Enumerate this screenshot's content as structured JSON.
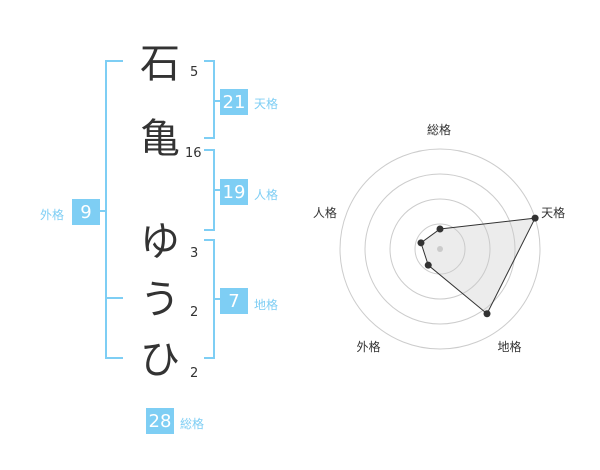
{
  "name": {
    "chars": [
      "石",
      "亀",
      "ゆ",
      "う",
      "ひ"
    ],
    "strokes": [
      "5",
      "16",
      "3",
      "2",
      "2"
    ]
  },
  "kakusu": {
    "tenkaku": {
      "value": "21",
      "label": "天格"
    },
    "jinkaku": {
      "value": "19",
      "label": "人格"
    },
    "chikaku": {
      "value": "7",
      "label": "地格"
    },
    "gaikaku": {
      "value": "9",
      "label": "外格"
    },
    "soukaku": {
      "value": "28",
      "label": "総格"
    }
  },
  "colors": {
    "accent": "#7ecef4",
    "text": "#333333",
    "grid": "#cccccc"
  },
  "chart_data": {
    "type": "radar",
    "axes": [
      "総格",
      "天格",
      "地格",
      "外格",
      "人格"
    ],
    "values": [
      1,
      5,
      4,
      1,
      1
    ],
    "rmax": 5,
    "rings": 4
  }
}
